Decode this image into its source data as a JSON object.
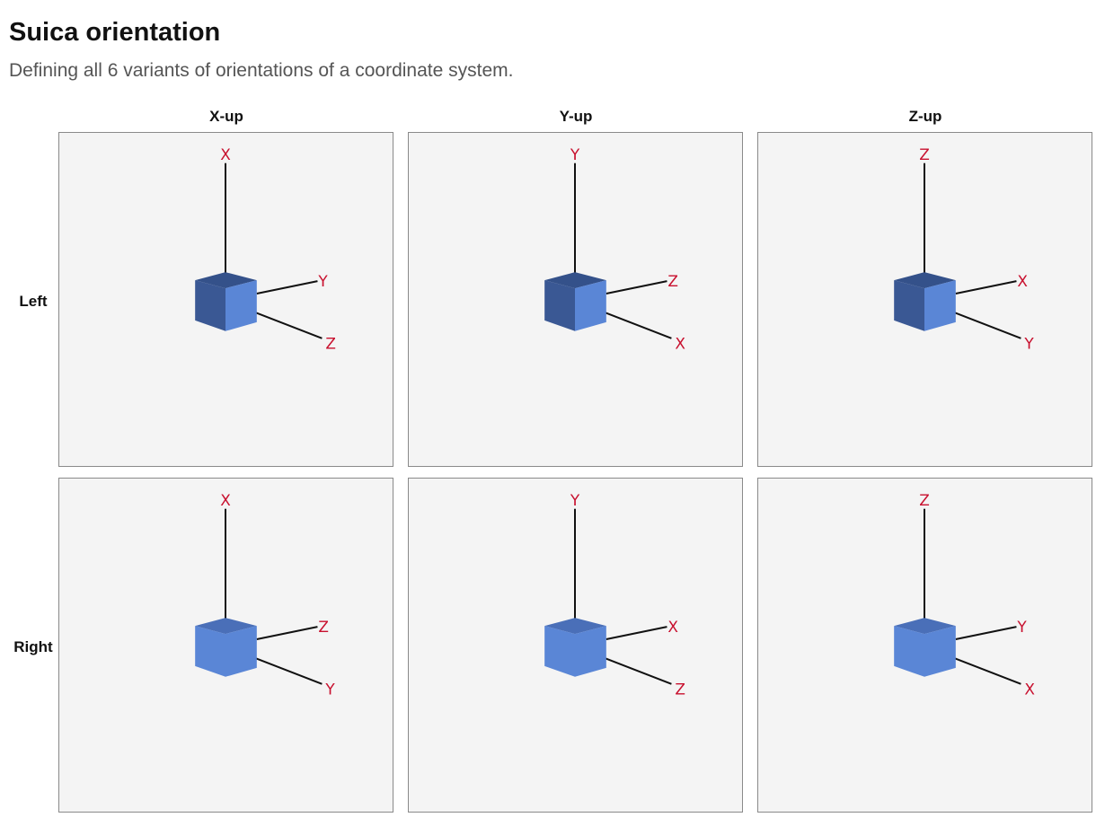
{
  "page": {
    "title": "Suica orientation",
    "subtitle": "Defining all 6 variants of orientations of a coordinate system."
  },
  "columns": [
    {
      "label": "X-up"
    },
    {
      "label": "Y-up"
    },
    {
      "label": "Z-up"
    }
  ],
  "rows": [
    {
      "label": "Left"
    },
    {
      "label": "Right"
    }
  ],
  "panels": [
    [
      {
        "up": "X",
        "right": "Y",
        "front": "Z"
      },
      {
        "up": "Y",
        "right": "Z",
        "front": "X"
      },
      {
        "up": "Z",
        "right": "X",
        "front": "Y"
      }
    ],
    [
      {
        "up": "X",
        "right": "Z",
        "front": "Y"
      },
      {
        "up": "Y",
        "right": "X",
        "front": "Z"
      },
      {
        "up": "Z",
        "right": "Y",
        "front": "X"
      }
    ]
  ],
  "colors": {
    "cube_front": "#5a86d6",
    "cube_side": "#3a5894",
    "cube_top_left_handed": "#34518a",
    "cube_top_right_handed": "#4a6fb8",
    "axis_line": "#111111",
    "axis_label": "#c8102e",
    "panel_background": "#f4f4f4"
  }
}
